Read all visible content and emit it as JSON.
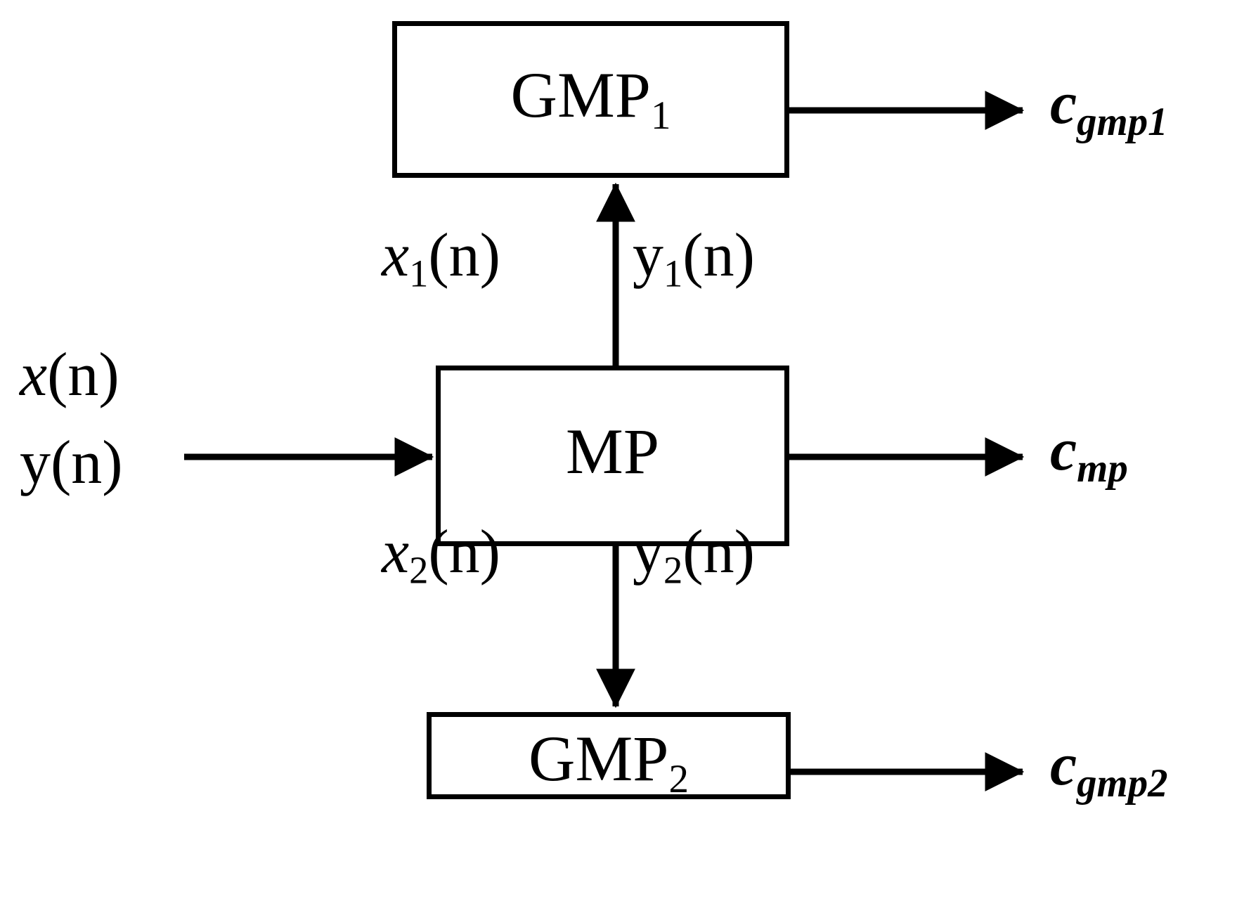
{
  "diagram": {
    "title": "GMP/MP cascade block diagram",
    "background_color": "#ffffff",
    "stroke_color": "#000000",
    "blocks": [
      {
        "id": "gmp1",
        "label_base": "GMP",
        "label_sub": "1"
      },
      {
        "id": "mp",
        "label_base": "MP",
        "label_sub": ""
      },
      {
        "id": "gmp2",
        "label_base": "GMP",
        "label_sub": "2"
      }
    ],
    "inputs": {
      "x_signal": {
        "var": "x",
        "args": "(n)"
      },
      "y_signal": {
        "var": "y",
        "args": "(n)"
      }
    },
    "internal_signals": {
      "upper_x": {
        "var": "x",
        "sub": "1",
        "args": "(n)"
      },
      "upper_y": {
        "var": "y",
        "sub": "1",
        "args": "(n)"
      },
      "lower_x": {
        "var": "x",
        "sub": "2",
        "args": "(n)"
      },
      "lower_y": {
        "var": "y",
        "sub": "2",
        "args": "(n)"
      }
    },
    "outputs": {
      "gmp1_out": {
        "var": "c",
        "sub": "gmp1"
      },
      "mp_out": {
        "var": "c",
        "sub": "mp"
      },
      "gmp2_out": {
        "var": "c",
        "sub": "gmp2"
      }
    }
  }
}
